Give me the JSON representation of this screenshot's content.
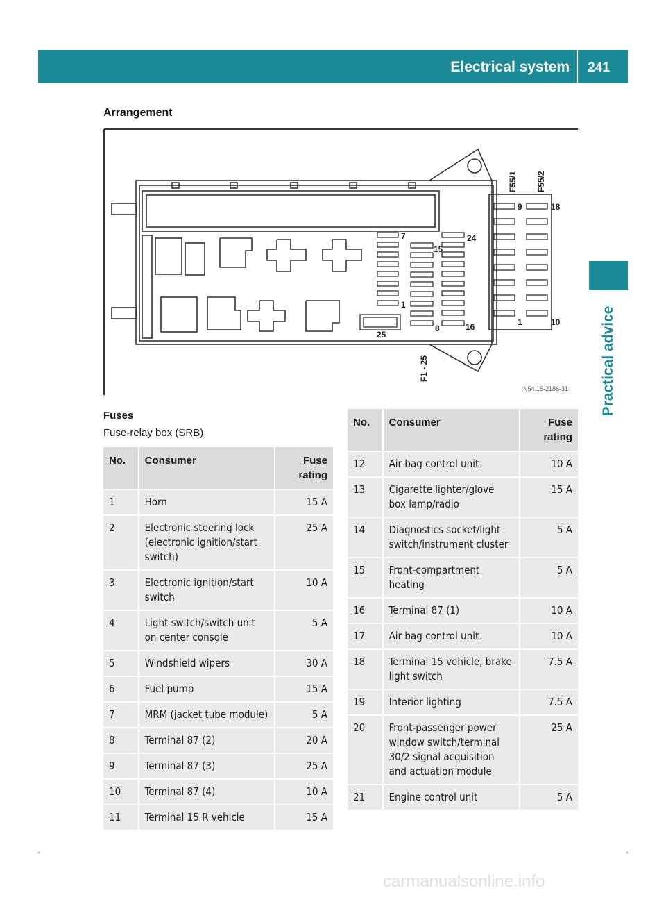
{
  "header": {
    "title": "Electrical system",
    "page": "241"
  },
  "side_tab": {
    "label": "Practical advice"
  },
  "section_title": "Arrangement",
  "diagram": {
    "labels": {
      "f55_1": "F55/1",
      "f55_2": "F55/2",
      "n9": "9",
      "n18": "18",
      "n7": "7",
      "n15": "15",
      "n24": "24",
      "n1a": "1",
      "n1b": "1",
      "n10": "10",
      "n8": "8",
      "n16": "16",
      "n25": "25",
      "f1_25": "F1 - 25",
      "ref": "N54.15-2186-31"
    }
  },
  "fuses": {
    "title": "Fuses",
    "subtitle": "Fuse-relay box (SRB)"
  },
  "table_headers": {
    "no": "No.",
    "consumer": "Consumer",
    "rating": "Fuse rating"
  },
  "table_left": [
    {
      "no": "1",
      "consumer": "Horn",
      "rating": "15 A"
    },
    {
      "no": "2",
      "consumer": "Electronic steering lock (electronic ignition/start switch)",
      "rating": "25 A"
    },
    {
      "no": "3",
      "consumer": "Electronic ignition/start switch",
      "rating": "10 A"
    },
    {
      "no": "4",
      "consumer": "Light switch/switch unit on center console",
      "rating": "5 A"
    },
    {
      "no": "5",
      "consumer": "Windshield wipers",
      "rating": "30 A"
    },
    {
      "no": "6",
      "consumer": "Fuel pump",
      "rating": "15 A"
    },
    {
      "no": "7",
      "consumer": "MRM (jacket tube module)",
      "rating": "5 A"
    },
    {
      "no": "8",
      "consumer": "Terminal 87 (2)",
      "rating": "20 A"
    },
    {
      "no": "9",
      "consumer": "Terminal 87 (3)",
      "rating": "25 A"
    },
    {
      "no": "10",
      "consumer": "Terminal 87 (4)",
      "rating": "10 A"
    },
    {
      "no": "11",
      "consumer": "Terminal 15 R vehicle",
      "rating": "15 A"
    }
  ],
  "table_right": [
    {
      "no": "12",
      "consumer": "Air bag control unit",
      "rating": "10 A"
    },
    {
      "no": "13",
      "consumer": "Cigarette lighter/glove box lamp/radio",
      "rating": "15 A"
    },
    {
      "no": "14",
      "consumer": "Diagnostics socket/light switch/instrument cluster",
      "rating": "5 A"
    },
    {
      "no": "15",
      "consumer": "Front-compartment heating",
      "rating": "5 A"
    },
    {
      "no": "16",
      "consumer": "Terminal 87 (1)",
      "rating": "10 A"
    },
    {
      "no": "17",
      "consumer": "Air bag control unit",
      "rating": "10 A"
    },
    {
      "no": "18",
      "consumer": "Terminal 15 vehicle, brake light switch",
      "rating": "7.5 A"
    },
    {
      "no": "19",
      "consumer": "Interior lighting",
      "rating": "7.5 A"
    },
    {
      "no": "20",
      "consumer": "Front-passenger power window switch/terminal 30/2 signal acquisition and actuation module",
      "rating": "25 A"
    },
    {
      "no": "21",
      "consumer": "Engine control unit",
      "rating": "5 A"
    }
  ],
  "footer": {
    "url": "carmanualsonline.info"
  }
}
